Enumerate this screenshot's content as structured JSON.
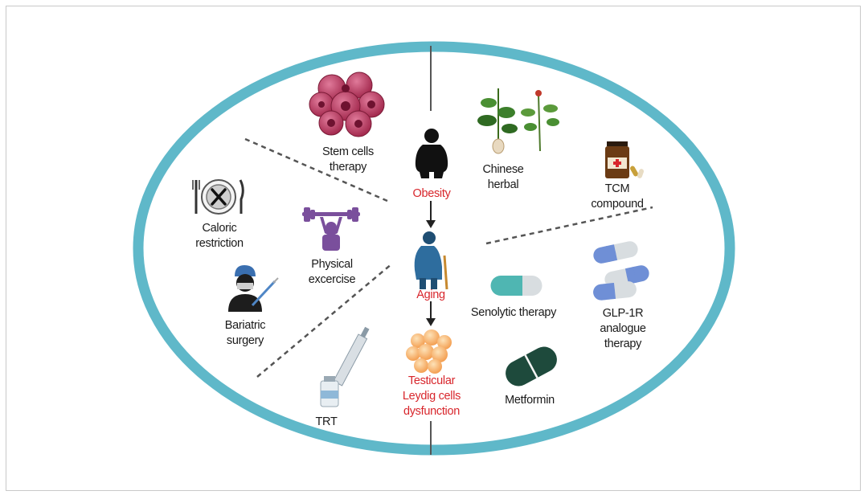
{
  "colors": {
    "ellipse_ring": "#5fb8c9",
    "center_red": "#d8262c",
    "divider": "#555555",
    "stem_cell": "#b8345a",
    "barbell": "#7a4f9c",
    "capsule_blue": "#6f8fd6",
    "capsule_teal": "#4fb6b2",
    "metformin": "#1e4a3c",
    "leydig": "#f4a95c",
    "medicine_jar": "#6b3b14"
  },
  "center": {
    "obesity": "Obesity",
    "aging": "Aging",
    "testicular": "Testicular\nLeydig cells\ndysfunction"
  },
  "therapies": {
    "stem_cells": "Stem cells\ntherapy",
    "chinese_herbal": "Chinese\nherbal",
    "tcm_compound": "TCM\ncompound",
    "caloric_restriction": "Caloric\nrestriction",
    "physical_exercise": "Physical\nexcercise",
    "bariatric_surgery": "Bariatric\nsurgery",
    "senolytic": "Senolytic therapy",
    "glp1r": "GLP-1R\nanalogue\ntherapy",
    "metformin": "Metformin",
    "trt": "TRT"
  },
  "icons": [
    "stem-cell-cluster-icon",
    "obese-person-icon",
    "herb-plant-icon",
    "medicine-jar-icon",
    "plate-cross-icon",
    "barbell-icon",
    "elderly-person-icon",
    "surgeon-icon",
    "capsule-icon",
    "capsule-pair-icon",
    "leydig-cells-icon",
    "tablet-icon",
    "syringe-vial-icon"
  ]
}
